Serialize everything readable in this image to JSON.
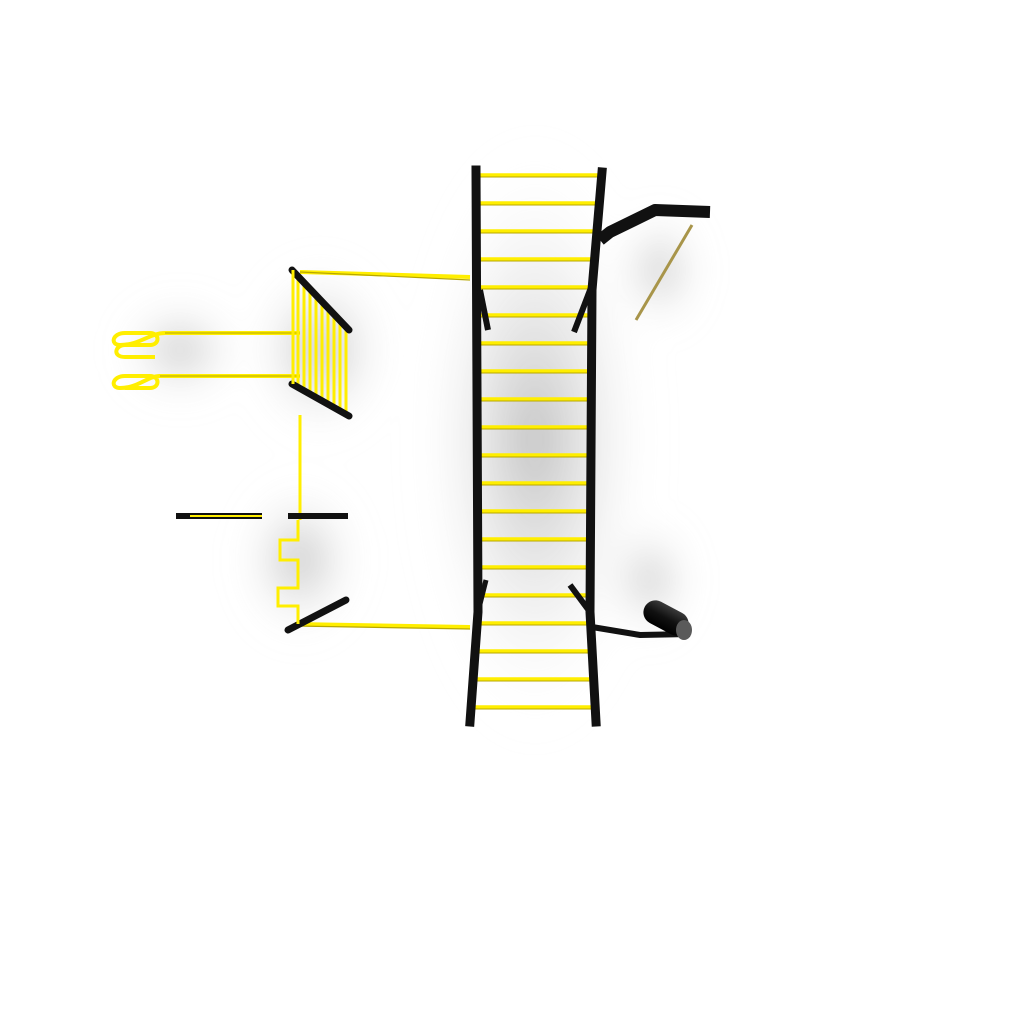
{
  "scene": {
    "description_visible_text": "",
    "colors": {
      "background": "#ffffff",
      "frame": "#111111",
      "rung": "#ffee00",
      "rung_edge": "#b8a800",
      "rope": "#a8954a",
      "shadow": "#9a9a9a"
    },
    "objects": [
      "horizontal-ladder",
      "pull-up-bar-with-rope",
      "roller-log",
      "side-ladder",
      "spring-loops",
      "parallel-bars",
      "stepped-beam",
      "connecting-bars"
    ]
  }
}
